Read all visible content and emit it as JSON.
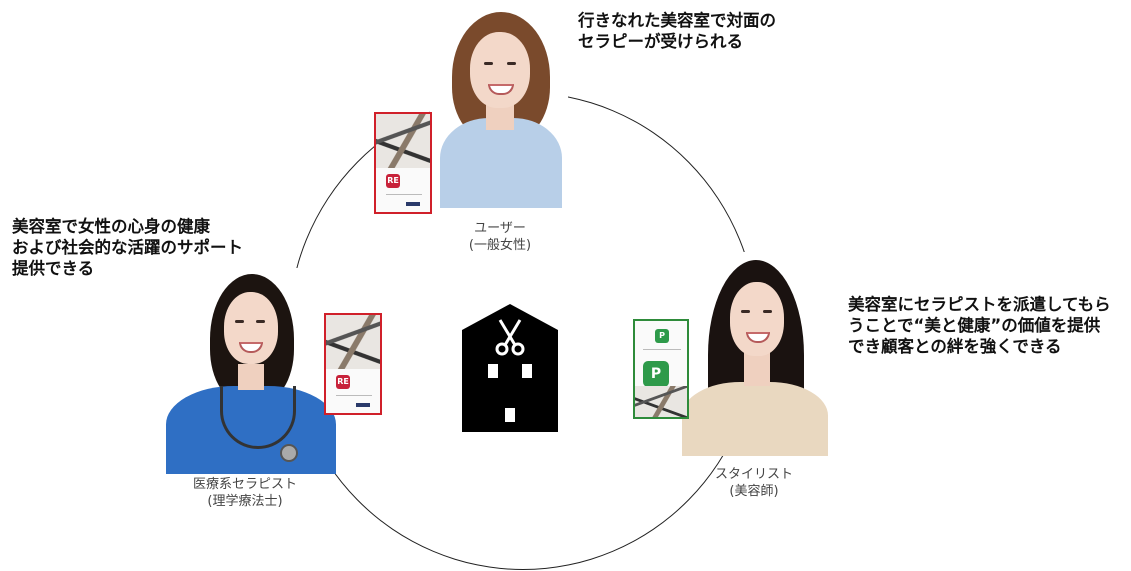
{
  "user": {
    "headline": [
      "行きなれた美容室で対面の",
      "セラピーが受けられる"
    ],
    "caption": [
      "ユーザー",
      "(一般女性)"
    ]
  },
  "therapist": {
    "headline": [
      "美容室で女性の心身の健康",
      "および社会的な活躍のサポート",
      "提供できる"
    ],
    "caption": [
      "医療系セラピスト",
      "(理学療法士)"
    ]
  },
  "stylist": {
    "headline": [
      "美容室にセラピストを派遣してもら",
      "うことで“美と健康”の価値を提供",
      "でき顧客との絆を強くできる"
    ],
    "caption": [
      "スタイリスト",
      "(美容師)"
    ]
  },
  "colors": {
    "ring": "#222222",
    "app_frame_red": "#d0202a",
    "app_frame_green": "#2e8b3a",
    "building": "#000000",
    "scrubs": "#2f6fc4",
    "apron": "#e9d8c0",
    "top_blue": "#b8cfe8"
  },
  "icons": {
    "salon": "scissors-building-icon",
    "app": "phone-app-icon"
  }
}
